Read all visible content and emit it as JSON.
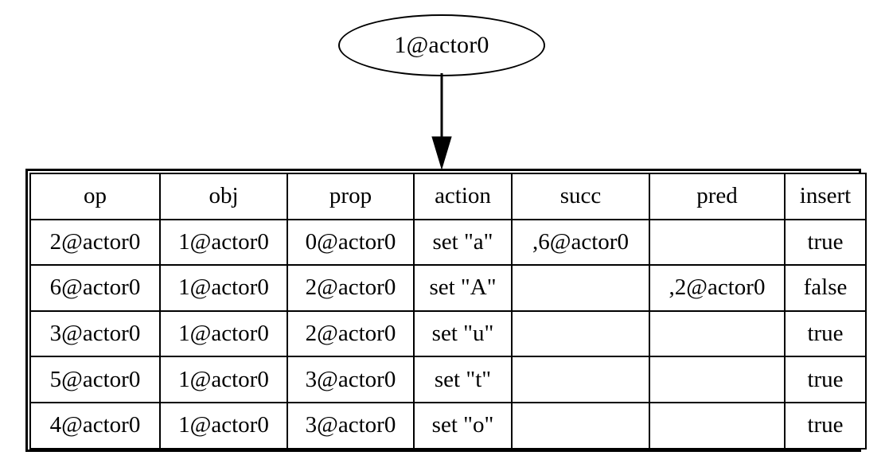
{
  "diagram": {
    "type": "graphviz-node-and-record-table",
    "background_color": "#ffffff",
    "stroke_color": "#000000"
  },
  "node": {
    "label": "1@actor0",
    "shape": "ellipse"
  },
  "edge": {
    "from": "1@actor0",
    "to": "op-table",
    "arrow_head": "filled-triangle",
    "direction": "down"
  },
  "table": {
    "headers": [
      "op",
      "obj",
      "prop",
      "action",
      "succ",
      "pred",
      "insert"
    ],
    "rows": [
      {
        "op": "2@actor0",
        "obj": "1@actor0",
        "prop": "0@actor0",
        "action": "set \"a\"",
        "succ": ",6@actor0",
        "pred": "",
        "insert": "true"
      },
      {
        "op": "6@actor0",
        "obj": "1@actor0",
        "prop": "2@actor0",
        "action": "set \"A\"",
        "succ": "",
        "pred": ",2@actor0",
        "insert": "false"
      },
      {
        "op": "3@actor0",
        "obj": "1@actor0",
        "prop": "2@actor0",
        "action": "set \"u\"",
        "succ": "",
        "pred": "",
        "insert": "true"
      },
      {
        "op": "5@actor0",
        "obj": "1@actor0",
        "prop": "3@actor0",
        "action": "set \"t\"",
        "succ": "",
        "pred": "",
        "insert": "true"
      },
      {
        "op": "4@actor0",
        "obj": "1@actor0",
        "prop": "3@actor0",
        "action": "set \"o\"",
        "succ": "",
        "pred": "",
        "insert": "true"
      }
    ]
  }
}
